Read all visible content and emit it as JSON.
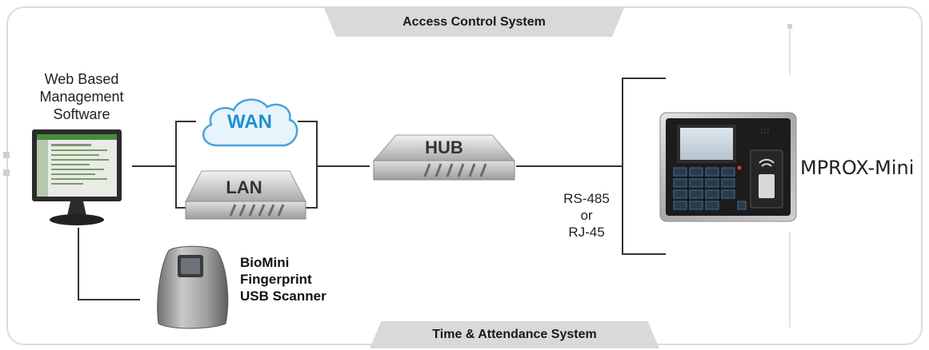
{
  "tabs": {
    "top": "Access Control System",
    "bottom": "Time & Attendance System"
  },
  "pc": {
    "line1": "Web Based",
    "line2": "Management",
    "line3": "Software"
  },
  "network": {
    "wan": "WAN",
    "lan": "LAN",
    "hub": "HUB"
  },
  "connection": {
    "line1": "RS-485",
    "line2": "or",
    "line3": "RJ-45"
  },
  "scanner": {
    "line1": "BioMini",
    "line2": "Fingerprint",
    "line3": "USB Scanner"
  },
  "device": {
    "name": "MPROX-Mini"
  },
  "colors": {
    "wan_text": "#1d8fd0",
    "tab_bg": "#d9d9d9",
    "frame": "#dcdcdc"
  }
}
